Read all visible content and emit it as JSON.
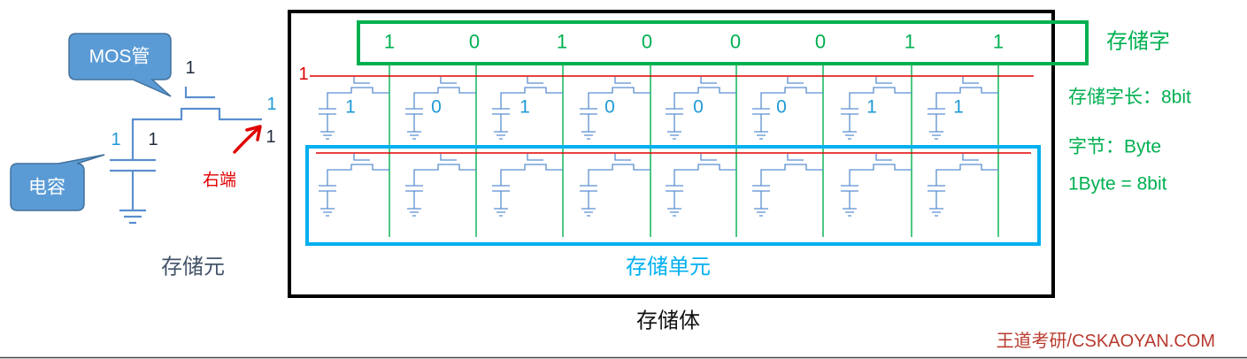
{
  "storage_element": {
    "mos_callout": "MOS管",
    "capacitor_callout": "电容",
    "gate_value": "1",
    "right_end_value_top": "1",
    "right_end_value_bottom": "1",
    "capacitor_value_left": "1",
    "capacitor_value_right": "1",
    "arrow_label": "右端",
    "caption": "存储元"
  },
  "storage_body": {
    "word_line_value": "1",
    "word_bits": [
      "1",
      "0",
      "1",
      "0",
      "0",
      "0",
      "1",
      "1"
    ],
    "cell_values_row1": [
      "1",
      "0",
      "1",
      "0",
      "0",
      "0",
      "1",
      "1"
    ],
    "word_label": "存储字",
    "unit_label": "存储单元",
    "caption": "存储体"
  },
  "notes": {
    "word_length": "存储字长：8bit",
    "byte": "字节：Byte",
    "byte_definition": "1Byte = 8bit"
  },
  "watermark": "王道考研/CSKAOYAN.COM",
  "colors": {
    "word_green": "#00b050",
    "unit_blue": "#00b0f0",
    "word_line_red": "#e00000",
    "circuit_blue": "#5b8fd0",
    "callout_fill": "#5b9bd5",
    "callout_border": "#41719c",
    "digit_blue": "#1f9ad6",
    "digit_dark": "#1f2b3a",
    "caption_slate": "#44546a",
    "watermark": "#b83a2e"
  }
}
